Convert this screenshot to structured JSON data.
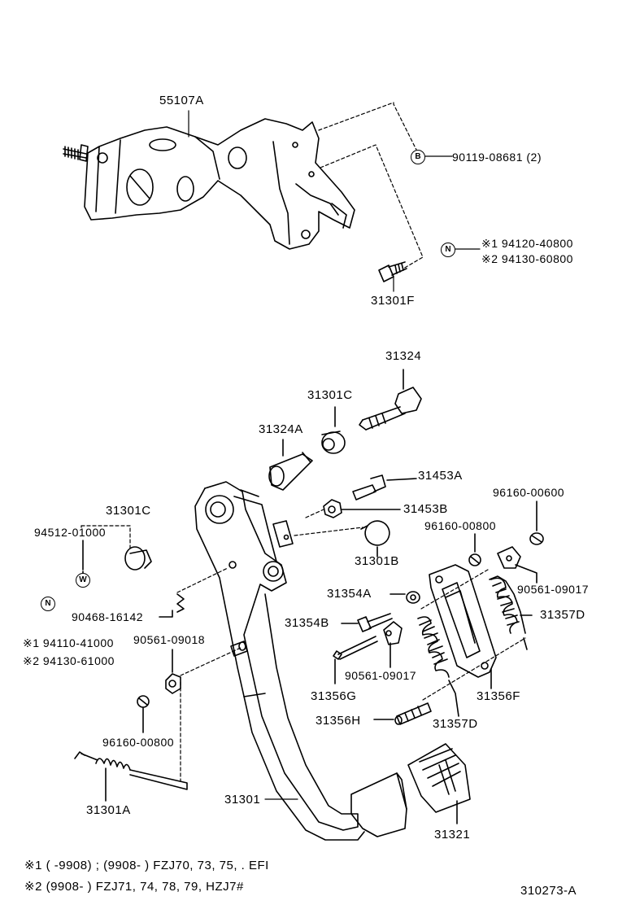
{
  "labels": {
    "l55107a": "55107A",
    "l90119": "90119-08681 (2)",
    "l94120": "※1 94120-40800",
    "l94130a": "※2 94130-60800",
    "l31301f": "31301F",
    "l31324": "31324",
    "l31301c_top": "31301C",
    "l31324a": "31324A",
    "l31453a": "31453A",
    "l31453b": "31453B",
    "l96160_600": "96160-00600",
    "l31301c_left": "31301C",
    "l94512": "94512-01000",
    "l96160_800a": "96160-00800",
    "l31301b": "31301B",
    "l90561_09017a": "90561-09017",
    "l90468": "90468-16142",
    "l31354a": "31354A",
    "l31357d_a": "31357D",
    "l94110": "※1 94110-41000",
    "l94130b": "※2 94130-61000",
    "l90561_09018": "90561-09018",
    "l31354b": "31354B",
    "l90561_09017b": "90561-09017",
    "l31356g": "31356G",
    "l31356f": "31356F",
    "l31356h": "31356H",
    "l31357d_b": "31357D",
    "l96160_800b": "96160-00800",
    "l31301a": "31301A",
    "l31301": "31301",
    "l31321": "31321"
  },
  "badges": {
    "b": "B",
    "n": "N",
    "w": "W"
  },
  "footnotes": {
    "n1": "※1 (      -9908) ; (9908-      ) FZJ70, 73, 75, . EFI",
    "n2": "※2 (9908-      ) FZJ71, 74, 78, 79, HZJ7#"
  },
  "diagram_code": "310273-A"
}
